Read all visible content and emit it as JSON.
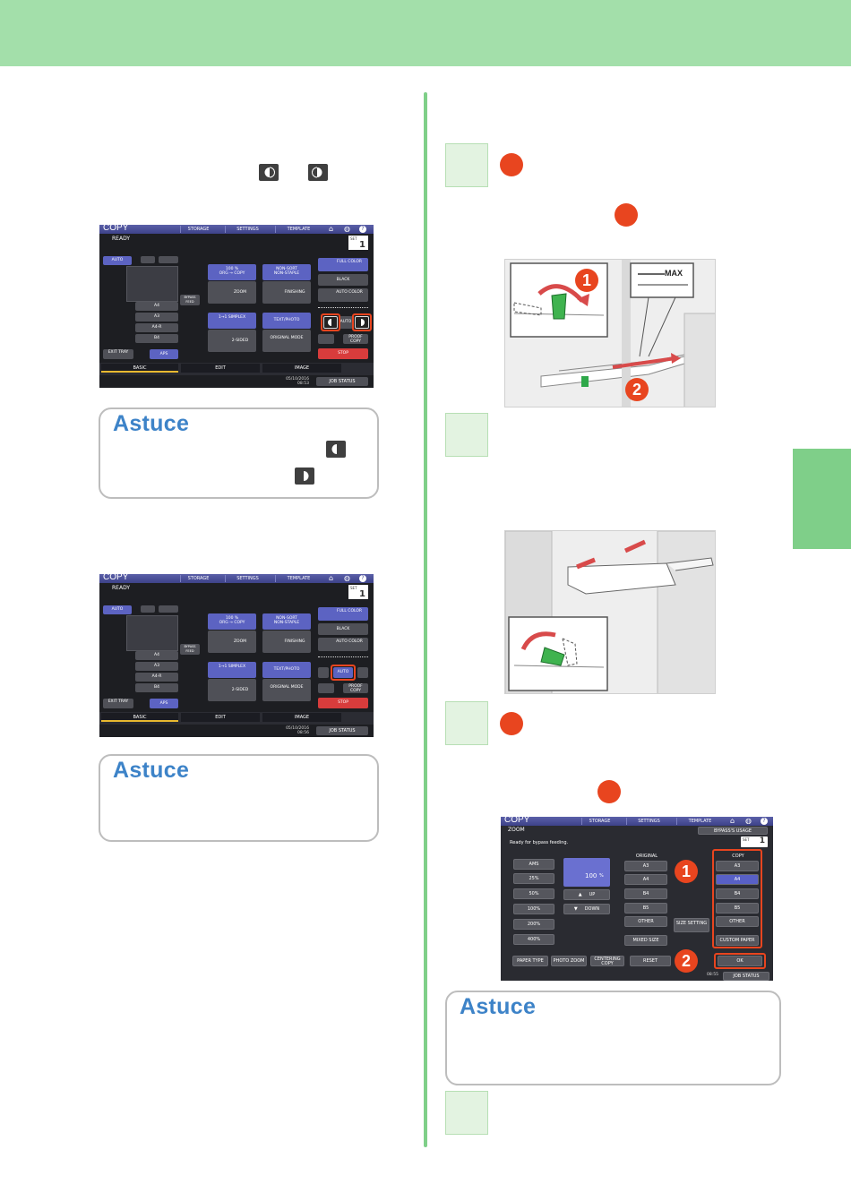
{
  "header": {
    "color": "#a3dfaa"
  },
  "accent_color": "#e8451f",
  "tips": {
    "title": "Astuce"
  },
  "copy_screen": {
    "title": "COPY",
    "tabs": [
      "STORAGE",
      "SETTINGS",
      "TEMPLATE"
    ],
    "status": "READY",
    "set_label": "SET",
    "set_value": "1",
    "auto_label": "AUTO",
    "buttons": {
      "zoom_ratio": "100 %",
      "orig_copy": "ORG → COPY",
      "zoom": "ZOOM",
      "sort": "NON-SORT",
      "staple": "NON-STAPLE",
      "finishing": "FINISHING",
      "full_color": "FULL COLOR",
      "black": "BLACK",
      "auto_color": "AUTO COLOR",
      "simplex": "1→1 SIMPLEX",
      "two_sided": "2-SIDED",
      "text_photo": "TEXT/PHOTO",
      "original_mode": "ORIGINAL MODE",
      "bypass_feed": "BYPASS FEED",
      "auto": "AUTO",
      "proof_copy": "PROOF COPY",
      "stop": "STOP",
      "exit_tray": "EXIT TRAY",
      "aps": "APS"
    },
    "trays": [
      "A4",
      "A3",
      "A4-R",
      "B4"
    ],
    "bottom_tabs": [
      "BASIC",
      "EDIT",
      "IMAGE"
    ],
    "date": "05/10/2016",
    "time_1": "08:53",
    "time_2": "08:56",
    "job_status": "JOB STATUS"
  },
  "bypass_illustration": {
    "max_label": "MAX",
    "steps": [
      "1",
      "2"
    ]
  },
  "zoom_screen": {
    "title": "COPY",
    "tabs": [
      "STORAGE",
      "SETTINGS",
      "TEMPLATE"
    ],
    "subtitle": "ZOOM",
    "bypass_usage": "BYPASS'S USAGE",
    "status": "Ready for bypass feeding.",
    "set_label": "SET",
    "set_value": "1",
    "presets": [
      "AMS",
      "25%",
      "50%",
      "100%",
      "200%",
      "400%"
    ],
    "ratio": "100",
    "ratio_unit": "%",
    "up": "UP",
    "down": "DOWN",
    "original_header": "ORIGINAL",
    "original_sizes": [
      "A3",
      "A4",
      "B4",
      "B5",
      "OTHER"
    ],
    "mixed_size": "MIXED SIZE",
    "size_setting": "SIZE SETTING",
    "copy_header": "COPY",
    "copy_sizes": [
      "A3",
      "A4",
      "B4",
      "B5",
      "OTHER"
    ],
    "custom_paper": "CUSTOM PAPER",
    "paper_type": "PAPER TYPE",
    "photo_zoom": "PHOTO ZOOM",
    "centering_copy": "CENTERING COPY",
    "reset": "RESET",
    "ok": "OK",
    "job_status": "JOB STATUS",
    "time": "08:55",
    "callouts": [
      "1",
      "2"
    ]
  }
}
